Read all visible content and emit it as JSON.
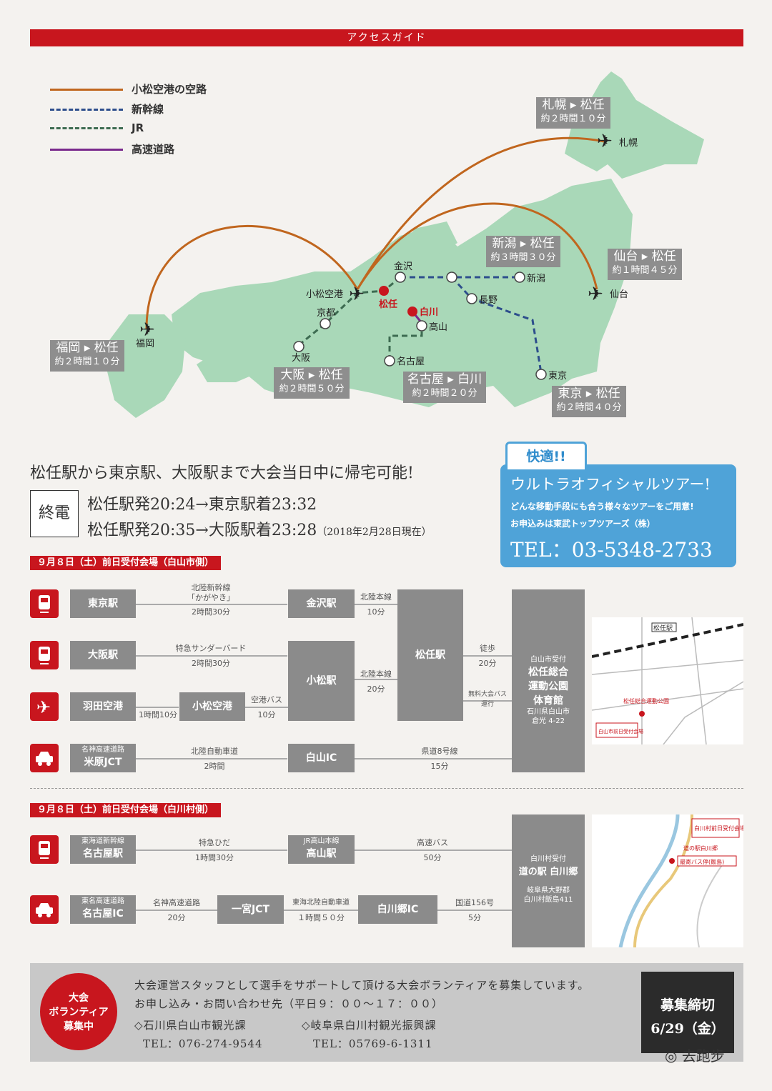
{
  "header": {
    "title": "アクセスガイド"
  },
  "legend": [
    {
      "label": "小松空港の空路",
      "color": "#c0661e",
      "style": "solid"
    },
    {
      "label": "新幹線",
      "color": "#2d4e8c",
      "style": "dashed"
    },
    {
      "label": "JR",
      "color": "#3d6b51",
      "style": "dashed"
    },
    {
      "label": "高速道路",
      "color": "#7a2a8c",
      "style": "solid"
    }
  ],
  "map": {
    "places": {
      "sapporo": "札幌",
      "sendai": "仙台",
      "fukuoka": "福岡",
      "komatsu_airport": "小松空港",
      "kanazawa": "金沢",
      "matto": "松任",
      "shirakawa": "白川",
      "takayama": "高山",
      "kyoto": "京都",
      "osaka": "大阪",
      "nagoya": "名古屋",
      "niigata": "新潟",
      "nagano": "長野",
      "tokyo": "東京"
    },
    "routes": [
      {
        "title": "札幌 ▸ 松任",
        "time": "約２時間１０分"
      },
      {
        "title": "新潟 ▸ 松任",
        "time": "約３時間３０分"
      },
      {
        "title": "仙台 ▸ 松任",
        "time": "約１時間４５分"
      },
      {
        "title": "福岡 ▸ 松任",
        "time": "約２時間１０分"
      },
      {
        "title": "大阪 ▸ 松任",
        "time": "約２時間５０分"
      },
      {
        "title": "名古屋 ▸ 白川",
        "time": "約２時間２０分"
      },
      {
        "title": "東京 ▸ 松任",
        "time": "約２時間４０分"
      }
    ]
  },
  "message": "松任駅から東京駅、大阪駅まで大会当日中に帰宅可能!",
  "last_train": {
    "label": "終電",
    "line1": "松任駅発20:24→東京駅着23:32",
    "line2": "松任駅発20:35→大阪駅着23:28",
    "note": "（2018年2月28日現在）"
  },
  "tour": {
    "tab": "快適!!",
    "title": "ウルトラオフィシャルツアー!",
    "line1": "どんな移動手段にも合う様々なツアーをご用意!",
    "line2": "お申込みは東武トップツアーズ（株）",
    "tel": "TEL：03-5348-2733"
  },
  "section1": {
    "label": "９月８日（土）前日受付会場（白山市側）",
    "rows": {
      "tokyo": {
        "start": "東京駅",
        "via1_label": "北陸新幹線",
        "via1_label2": "「かがやき」",
        "via1_time": "2時間30分",
        "mid": "金沢駅",
        "via2_label": "北陸本線",
        "via2_time": "10分"
      },
      "osaka": {
        "start": "大阪駅",
        "via1_label": "特急サンダーバード",
        "via1_time": "2時間30分",
        "mid": "小松駅",
        "via2_label": "北陸本線",
        "via2_time": "20分"
      },
      "haneda": {
        "start": "羽田空港",
        "via1_time": "1時間10分",
        "mid": "小松空港",
        "via2_label": "空港バス",
        "via2_time": "10分"
      },
      "car": {
        "start_small": "名神高速道路",
        "start": "米原JCT",
        "via1_label": "北陸自動車道",
        "via1_time": "2時間",
        "mid": "白山IC",
        "via2_label": "県道8号線",
        "via2_time": "15分"
      },
      "matto": "松任駅",
      "walk_label": "徒歩",
      "walk_time": "20分",
      "bus_label": "無料大会バス",
      "bus_label2": "運行",
      "venue": {
        "small": "白山市受付",
        "name1": "松任総合",
        "name2": "運動公園",
        "name3": "体育館",
        "addr1": "石川県白山市",
        "addr2": "倉光 4-22"
      }
    },
    "minimap": {
      "station": "松任駅",
      "venue": "松任総合運動公園",
      "reception": "白山市前日受付会場"
    }
  },
  "section2": {
    "label": "９月８日（土）前日受付会場（白川村側）",
    "rows": {
      "train": {
        "start_small": "東海道新幹線",
        "start": "名古屋駅",
        "via1_label": "特急ひだ",
        "via1_time": "1時間30分",
        "mid_small": "JR高山本線",
        "mid": "高山駅",
        "via2_label": "高速バス",
        "via2_time": "50分"
      },
      "car": {
        "start_small": "東名高速道路",
        "start": "名古屋IC",
        "via1_label": "名神高速道路",
        "via1_time": "20分",
        "mid1": "一宮JCT",
        "via2_label": "東海北陸自動車道",
        "via2_time": "１時間５０分",
        "mid2": "白川郷IC",
        "via3_label": "国道156号",
        "via3_time": "5分"
      },
      "venue": {
        "small": "白川村受付",
        "name": "道の駅 白川郷",
        "addr1": "岐阜県大野郡",
        "addr2": "白川村飯島411"
      }
    },
    "minimap": {
      "reception": "白川村前日受付会場",
      "station": "道の駅白川郷",
      "bus": "最寄バス停(飯島)"
    }
  },
  "footer": {
    "circle1": "大会",
    "circle2": "ボランティア",
    "circle3": "募集中",
    "text1": "大会運営スタッフとして選手をサポートして頂ける大会ボランティアを募集しています。",
    "text2": "お申し込み・お問い合わせ先（平日９：００～１７：００）",
    "contact1_name": "◇石川県白山市観光課",
    "contact1_tel": "TEL：076-274-9544",
    "contact2_name": "◇岐阜県白川村観光振興課",
    "contact2_tel": "TEL：05769-6-1311",
    "deadline1": "募集締切",
    "deadline2": "6/29（金）"
  },
  "watermark": "去跑步"
}
